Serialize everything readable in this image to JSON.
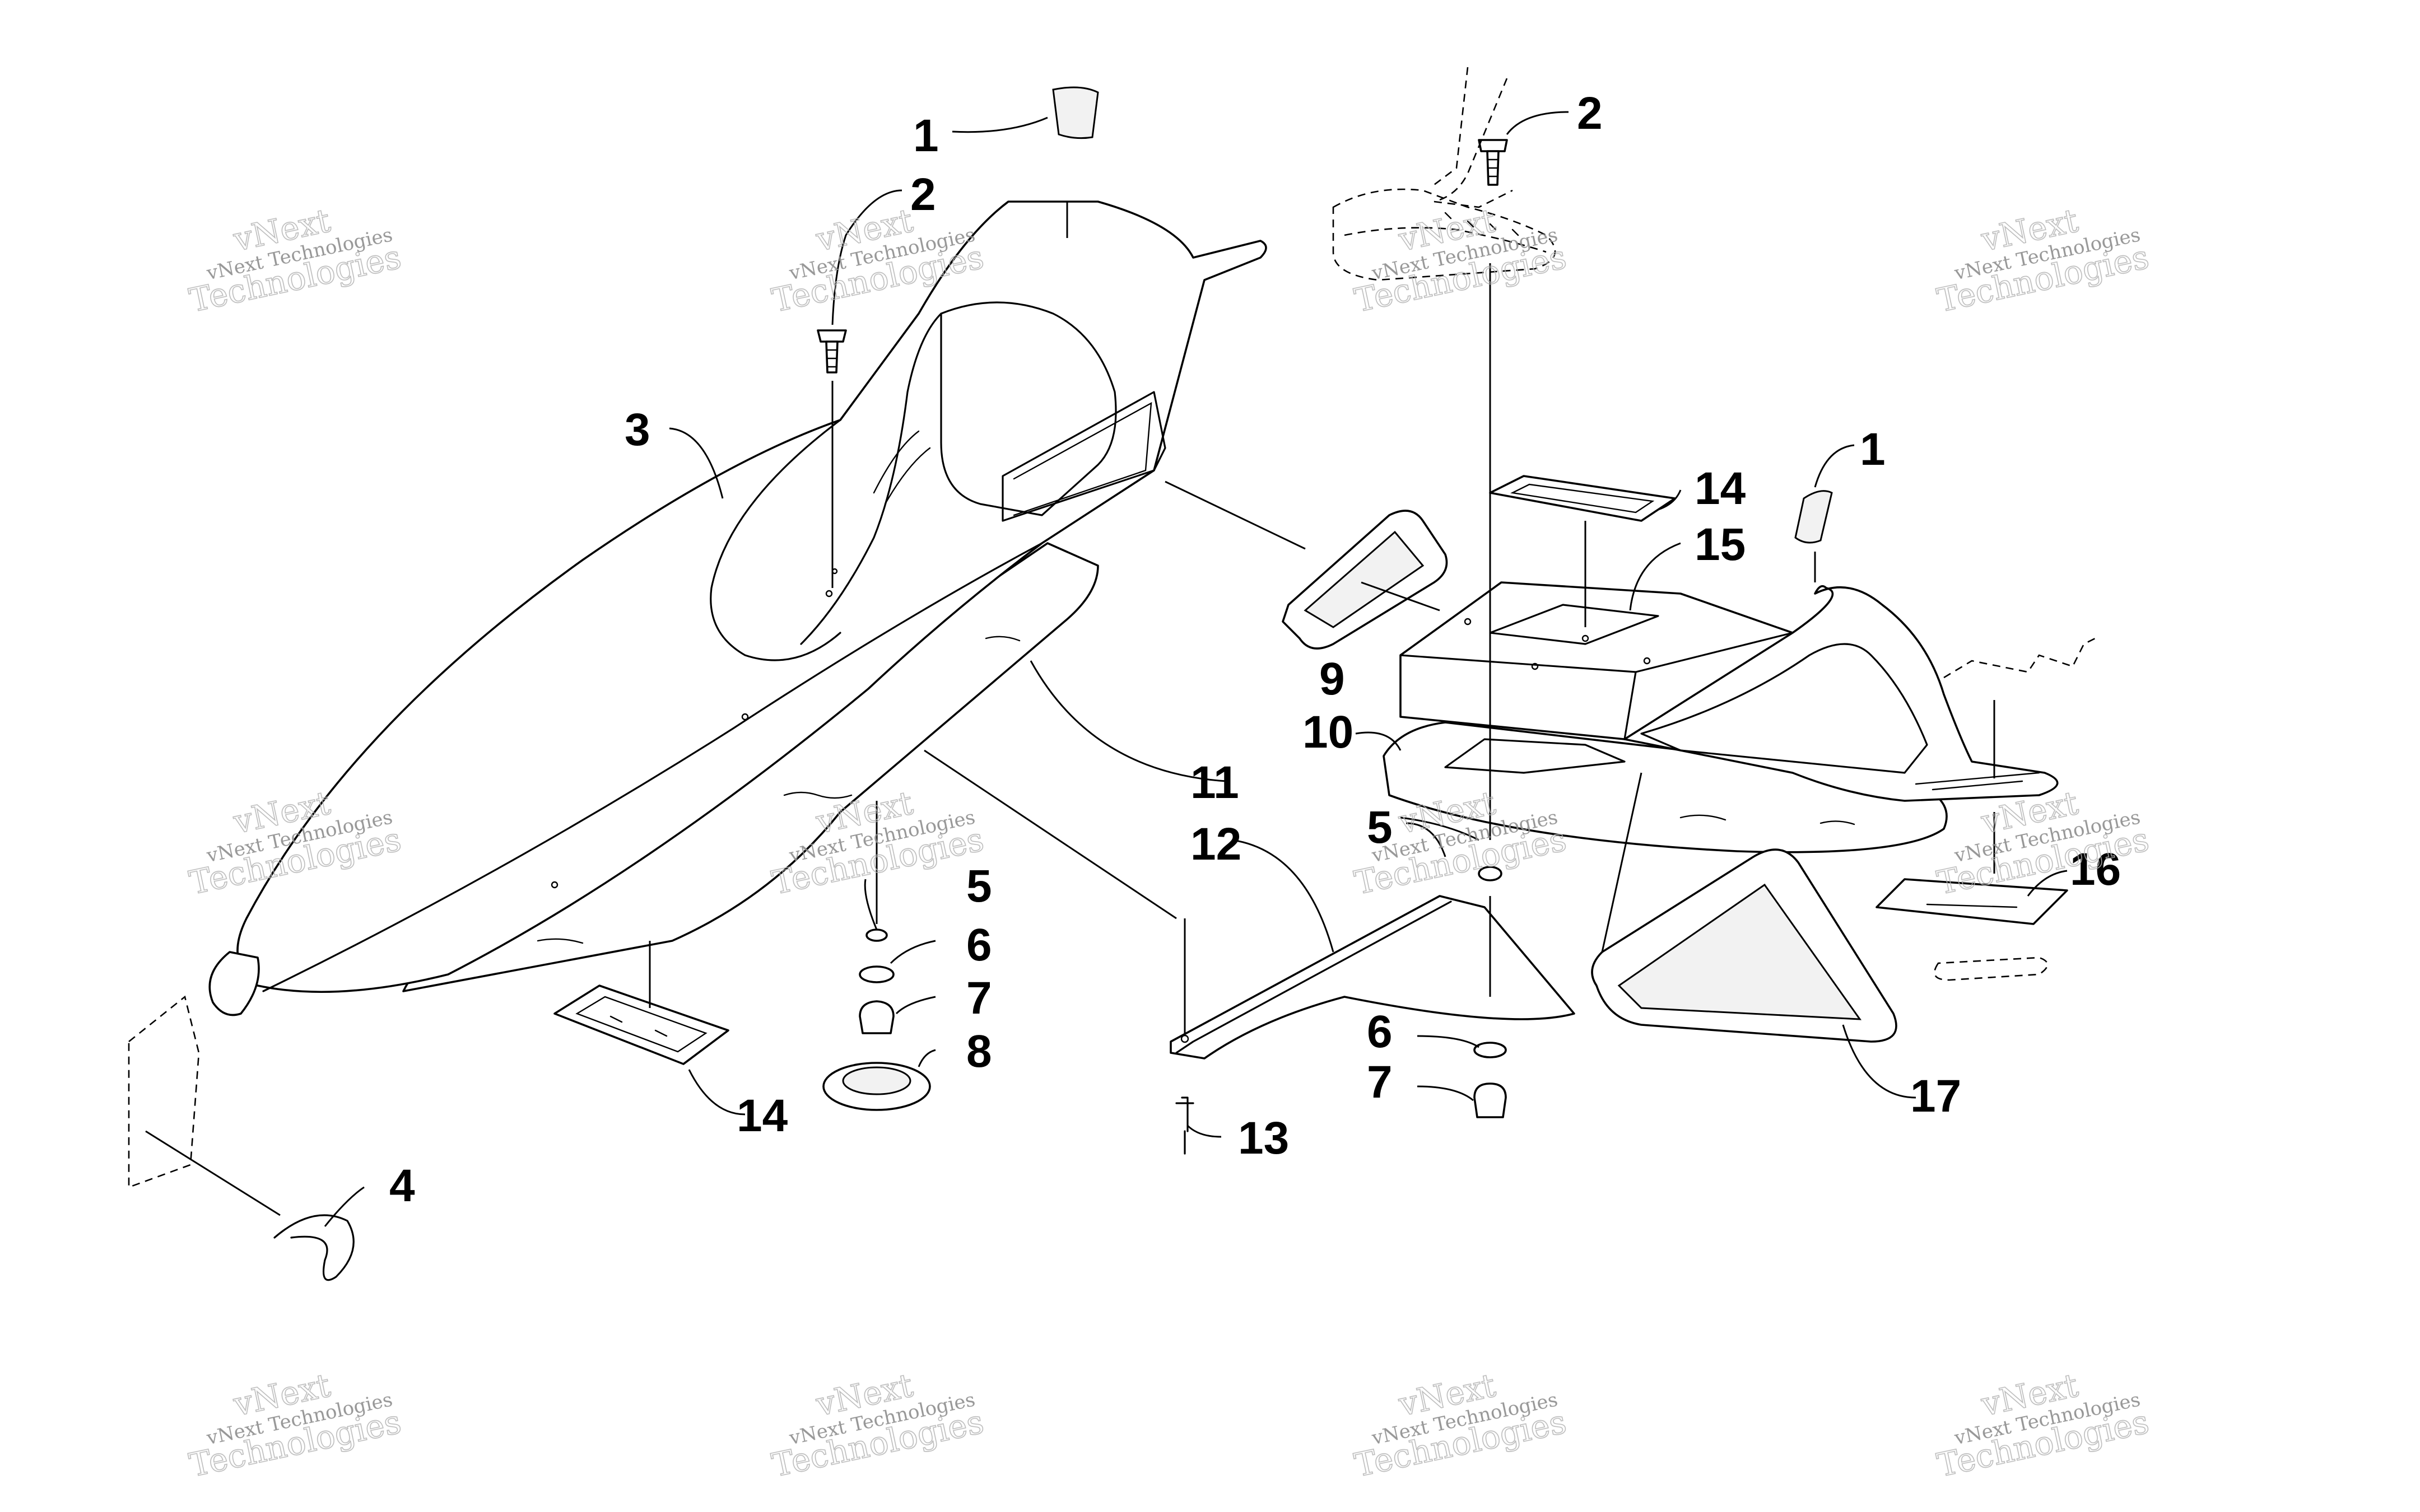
{
  "watermark": {
    "brand": "vNext",
    "small_line": "vNext Technologies",
    "large_line": "Technologies"
  },
  "callouts": [
    "1",
    "2",
    "3",
    "4",
    "5",
    "6",
    "7",
    "8",
    "9",
    "10",
    "11",
    "12",
    "13",
    "14",
    "15",
    "16",
    "17"
  ]
}
